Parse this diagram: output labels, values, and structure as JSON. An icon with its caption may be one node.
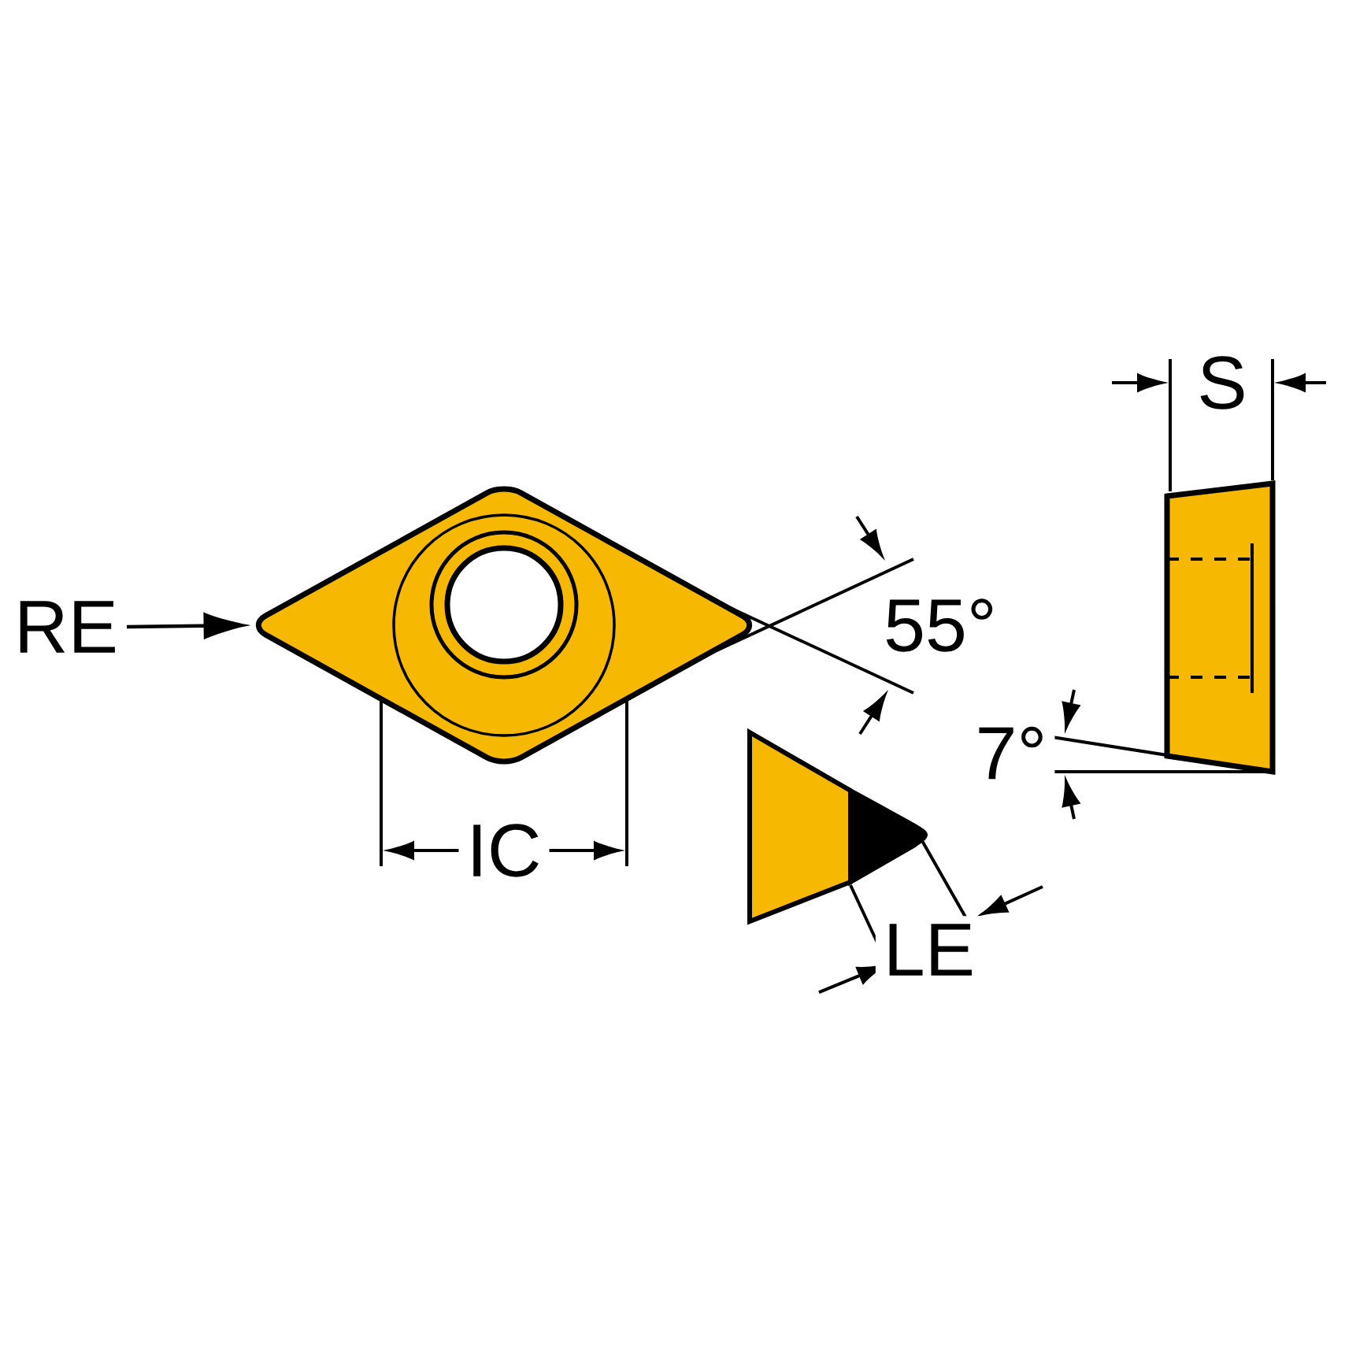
{
  "diagram": {
    "nodes": [
      {
        "text": [
          "RE"
        ]
      },
      {
        "text": [],
        "shape": "diamond"
      }
    ],
    "edges": [
      {
        "from": 0,
        "to": 1,
        "arrow": "to"
      }
    ],
    "labels": [
      "IC",
      "55°",
      "LE",
      "S",
      "7°"
    ]
  }
}
